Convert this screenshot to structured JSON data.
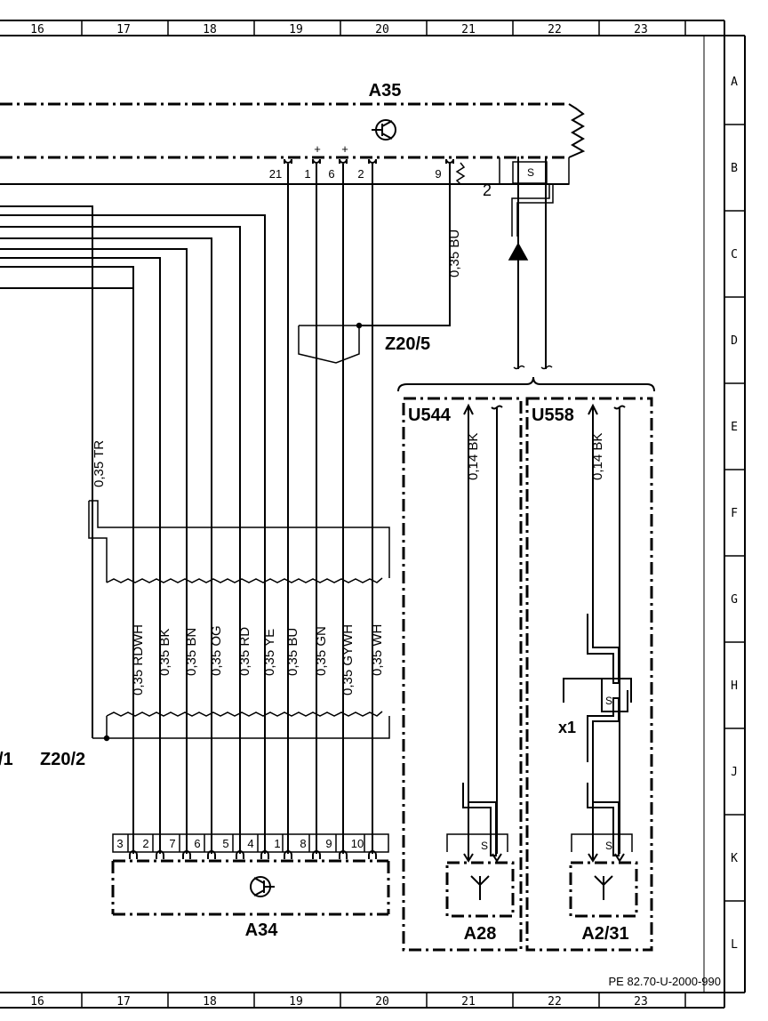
{
  "grid": {
    "columns": [
      "16",
      "17",
      "18",
      "19",
      "20",
      "21",
      "22",
      "23"
    ],
    "rows": [
      "A",
      "B",
      "C",
      "D",
      "E",
      "F",
      "G",
      "H",
      "J",
      "K",
      "L"
    ]
  },
  "components": {
    "a35": "A35",
    "a34": "A34",
    "a28": "A28",
    "a2_31": "A2/31",
    "u544": "U544",
    "u558": "U558",
    "z20_5": "Z20/5",
    "z20_2": "Z20/2",
    "z_left": "/1",
    "x1": "x1"
  },
  "a35_pins": [
    "21",
    "1",
    "6",
    "2",
    "9"
  ],
  "a35_pin_plus": "+",
  "a35_shield_label": "2",
  "shield_s": "S",
  "wire_bu_top": "0,35  BU",
  "wire_tr": "0,35  TR",
  "wires_lower": [
    "0,35  RDWH",
    "0,35  BK",
    "0,35  BN",
    "0,35  OG",
    "0,35  RD",
    "0,35  YE",
    "0,35  BU",
    "0,35  GN",
    "0,35  GYWH",
    "0,35  WH"
  ],
  "a34_pins": [
    "3",
    "2",
    "7",
    "6",
    "5",
    "4",
    "1",
    "8",
    "9",
    "10"
  ],
  "wire_u544": "0,14  BK",
  "wire_u558": "0,14  BK",
  "footer_code": "PE 82.70-U-2000-990"
}
